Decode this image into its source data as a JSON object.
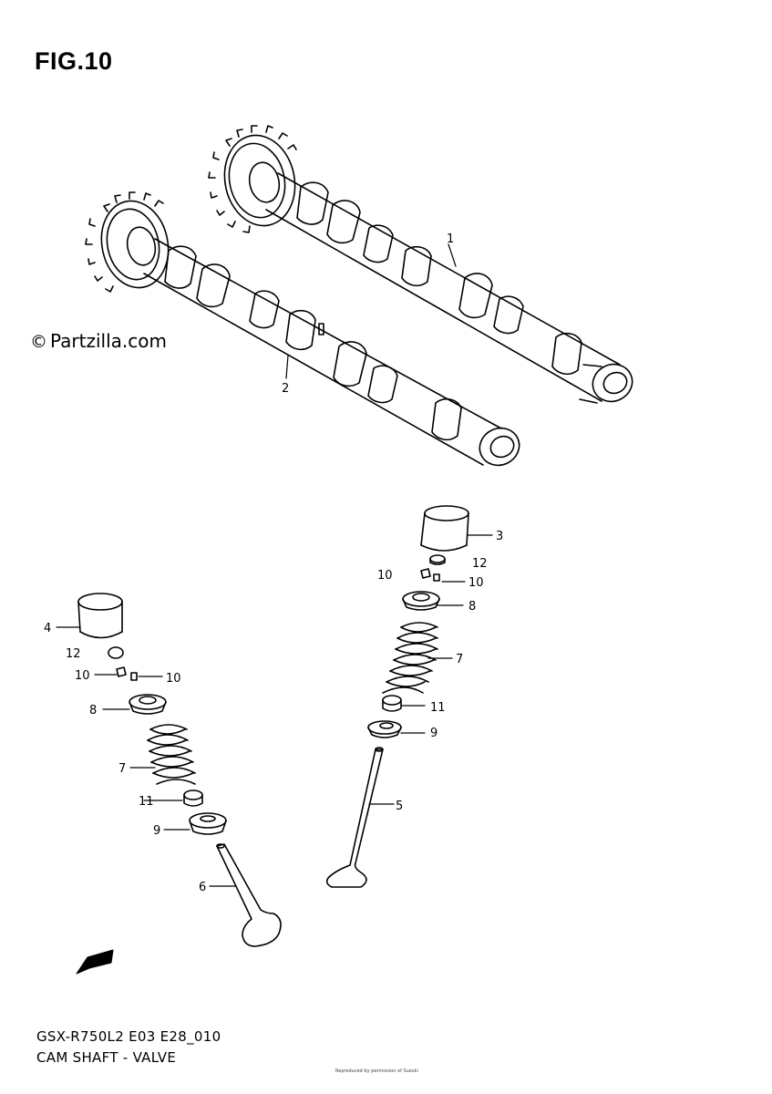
{
  "figure": {
    "title": "FIG.10",
    "copyright_symbol": "©",
    "copyright_text": "Partzilla.com",
    "model_code": "GSX-R750L2 E03 E28_010",
    "section_name": "CAM SHAFT - VALVE",
    "footer_note": "Reproduced by permission of Suzuki"
  },
  "fwd_badge": {
    "label": "FWD"
  },
  "callouts": [
    {
      "id": "c1",
      "label": "1"
    },
    {
      "id": "c2",
      "label": "2"
    },
    {
      "id": "c3",
      "label": "3"
    },
    {
      "id": "c12a",
      "label": "12"
    },
    {
      "id": "c10a",
      "label": "10"
    },
    {
      "id": "c10b",
      "label": "10"
    },
    {
      "id": "c8a",
      "label": "8"
    },
    {
      "id": "c7a",
      "label": "7"
    },
    {
      "id": "c11a",
      "label": "11"
    },
    {
      "id": "c9a",
      "label": "9"
    },
    {
      "id": "c5",
      "label": "5"
    },
    {
      "id": "c4",
      "label": "4"
    },
    {
      "id": "c12b",
      "label": "12"
    },
    {
      "id": "c10c",
      "label": "10"
    },
    {
      "id": "c10d",
      "label": "10"
    },
    {
      "id": "c8b",
      "label": "8"
    },
    {
      "id": "c7b",
      "label": "7"
    },
    {
      "id": "c11b",
      "label": "11"
    },
    {
      "id": "c9b",
      "label": "9"
    },
    {
      "id": "c6",
      "label": "6"
    }
  ]
}
